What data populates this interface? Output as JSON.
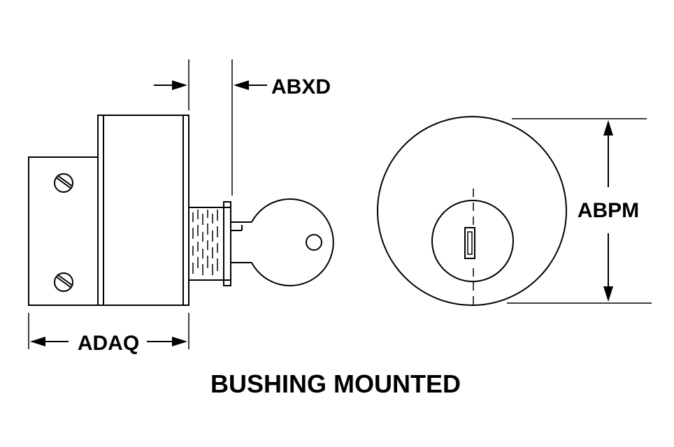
{
  "diagram": {
    "title": "BUSHING MOUNTED",
    "dimensions": {
      "abxd": "ABXD",
      "adaq": "ADAQ",
      "abpm": "ABPM"
    },
    "colors": {
      "ink": "#000000",
      "paper": "#ffffff"
    }
  }
}
